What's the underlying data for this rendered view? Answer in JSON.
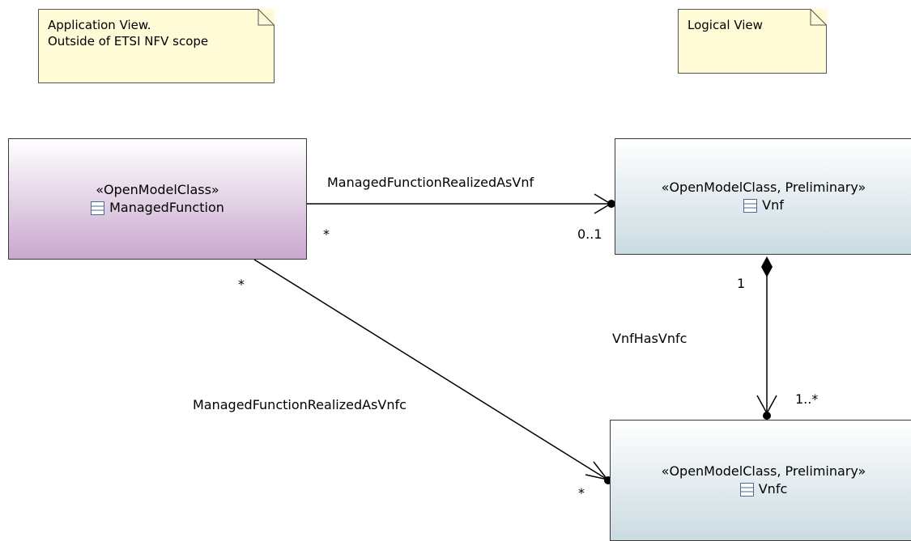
{
  "notes": {
    "application_view": [
      "Application View.",
      "Outside of ETSI NFV scope"
    ],
    "logical_view": "Logical View"
  },
  "classes": {
    "managed_function": {
      "stereotype": "«OpenModelClass»",
      "name": "ManagedFunction"
    },
    "vnf": {
      "stereotype": "«OpenModelClass, Preliminary»",
      "name": "Vnf"
    },
    "vnfc": {
      "stereotype": "«OpenModelClass, Preliminary»",
      "name": "Vnfc"
    }
  },
  "associations": {
    "realized_as_vnf": {
      "name": "ManagedFunctionRealizedAsVnf",
      "source_multiplicity": "*",
      "target_multiplicity": "0..1"
    },
    "realized_as_vnfc": {
      "name": "ManagedFunctionRealizedAsVnfc",
      "source_multiplicity": "*",
      "target_multiplicity": "*"
    },
    "vnf_has_vnfc": {
      "name": "VnfHasVnfc",
      "source_multiplicity": "1",
      "target_multiplicity": "1..*"
    }
  },
  "colors": {
    "note_fill": "#fefbd6",
    "managed_function_fill": "#c9a8ce",
    "logical_class_fill": "#cbdbe2",
    "line": "#000000"
  }
}
